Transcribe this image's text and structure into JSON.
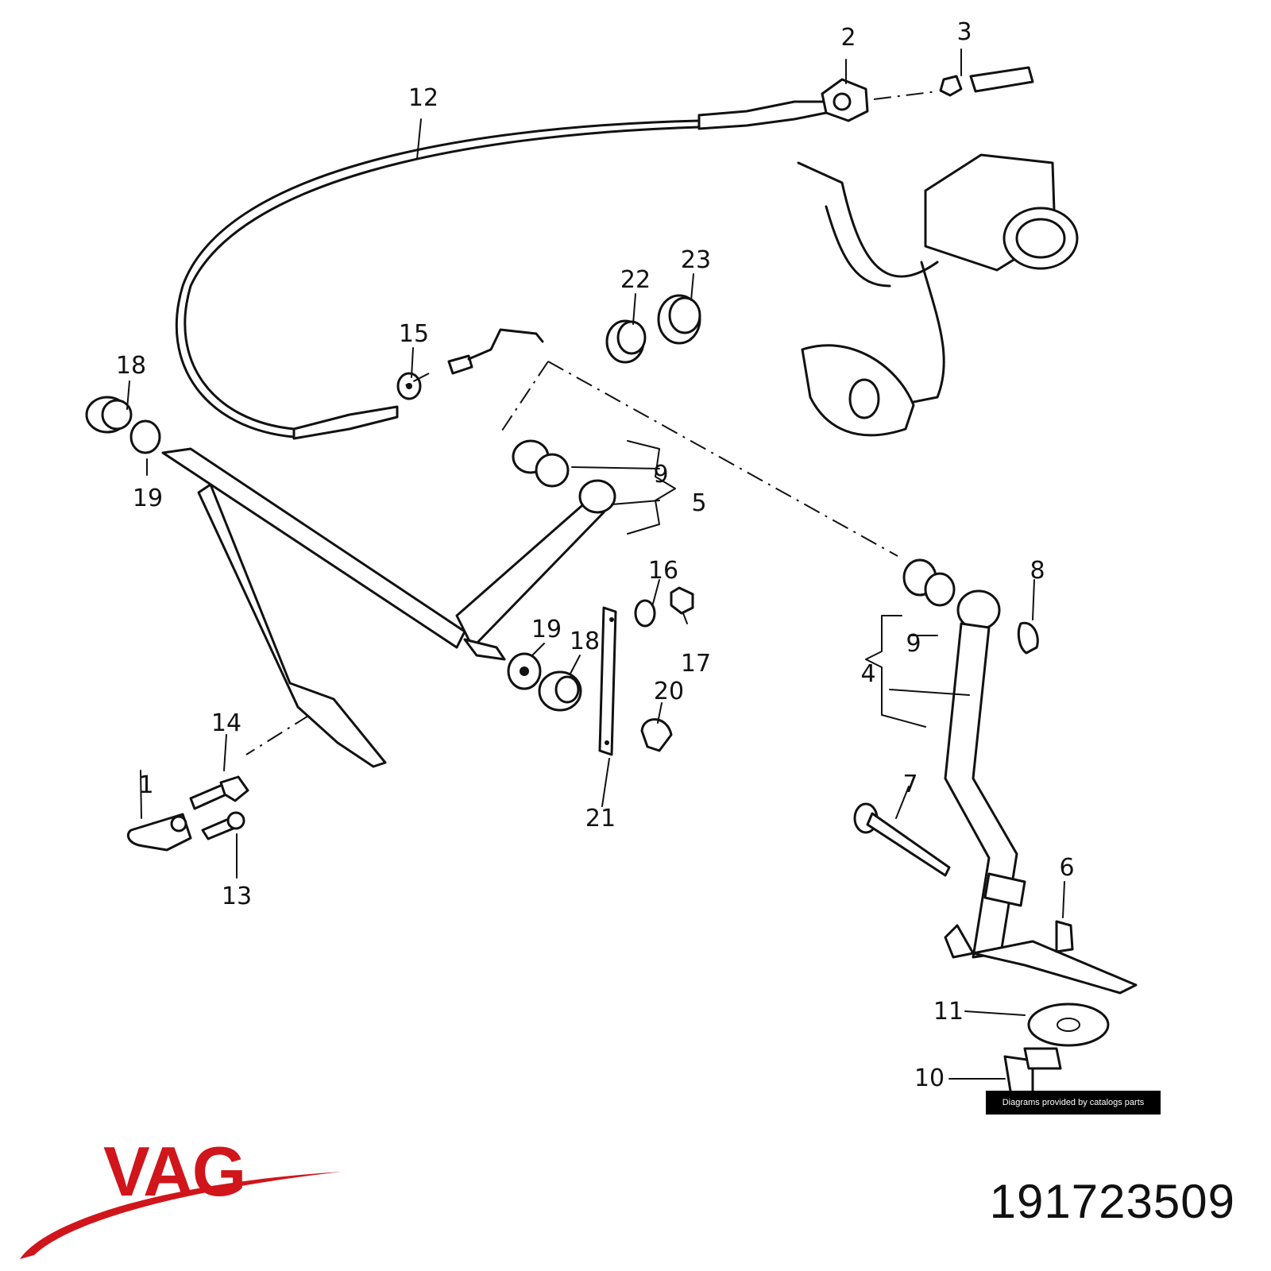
{
  "diagram": {
    "callouts": [
      "1",
      "2",
      "3",
      "4",
      "5",
      "6",
      "7",
      "8",
      "9",
      "9",
      "10",
      "11",
      "12",
      "13",
      "14",
      "15",
      "16",
      "17",
      "18",
      "18",
      "19",
      "19",
      "20",
      "21",
      "22",
      "23"
    ]
  },
  "footer": {
    "credit": "Diagrams provided by catalogs parts",
    "brand": "VAG",
    "brand_color": "#d0151b",
    "part_number": "191723509"
  }
}
